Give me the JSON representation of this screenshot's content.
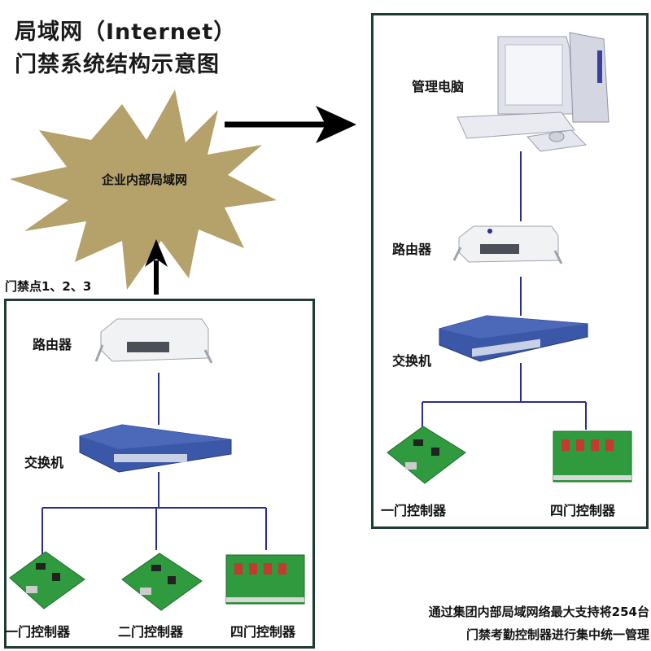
{
  "title": {
    "line1": "局域网（Internet）",
    "line2": "门禁系统结构示意图"
  },
  "cloud_label": "企业内部局域网",
  "left_site": {
    "caption": "门禁点1、2、3",
    "router_label": "路由器",
    "switch_label": "交换机",
    "controllers": [
      "一门控制器",
      "二门控制器",
      "四门控制器"
    ]
  },
  "right_site": {
    "pc_label": "管理电脑",
    "router_label": "路由器",
    "switch_label": "交换机",
    "controllers": [
      "一门控制器",
      "四门控制器"
    ]
  },
  "footnote": {
    "line1": "通过集团内部局域网络最大支持将254台",
    "line2": "门禁考勤控制器进行集中统一管理"
  },
  "colors": {
    "cloud": "#b5a16a",
    "line": "#2a2f8c",
    "box": "#1e3b36",
    "switch": "#3a57a8",
    "board": "#2f9a3e"
  }
}
